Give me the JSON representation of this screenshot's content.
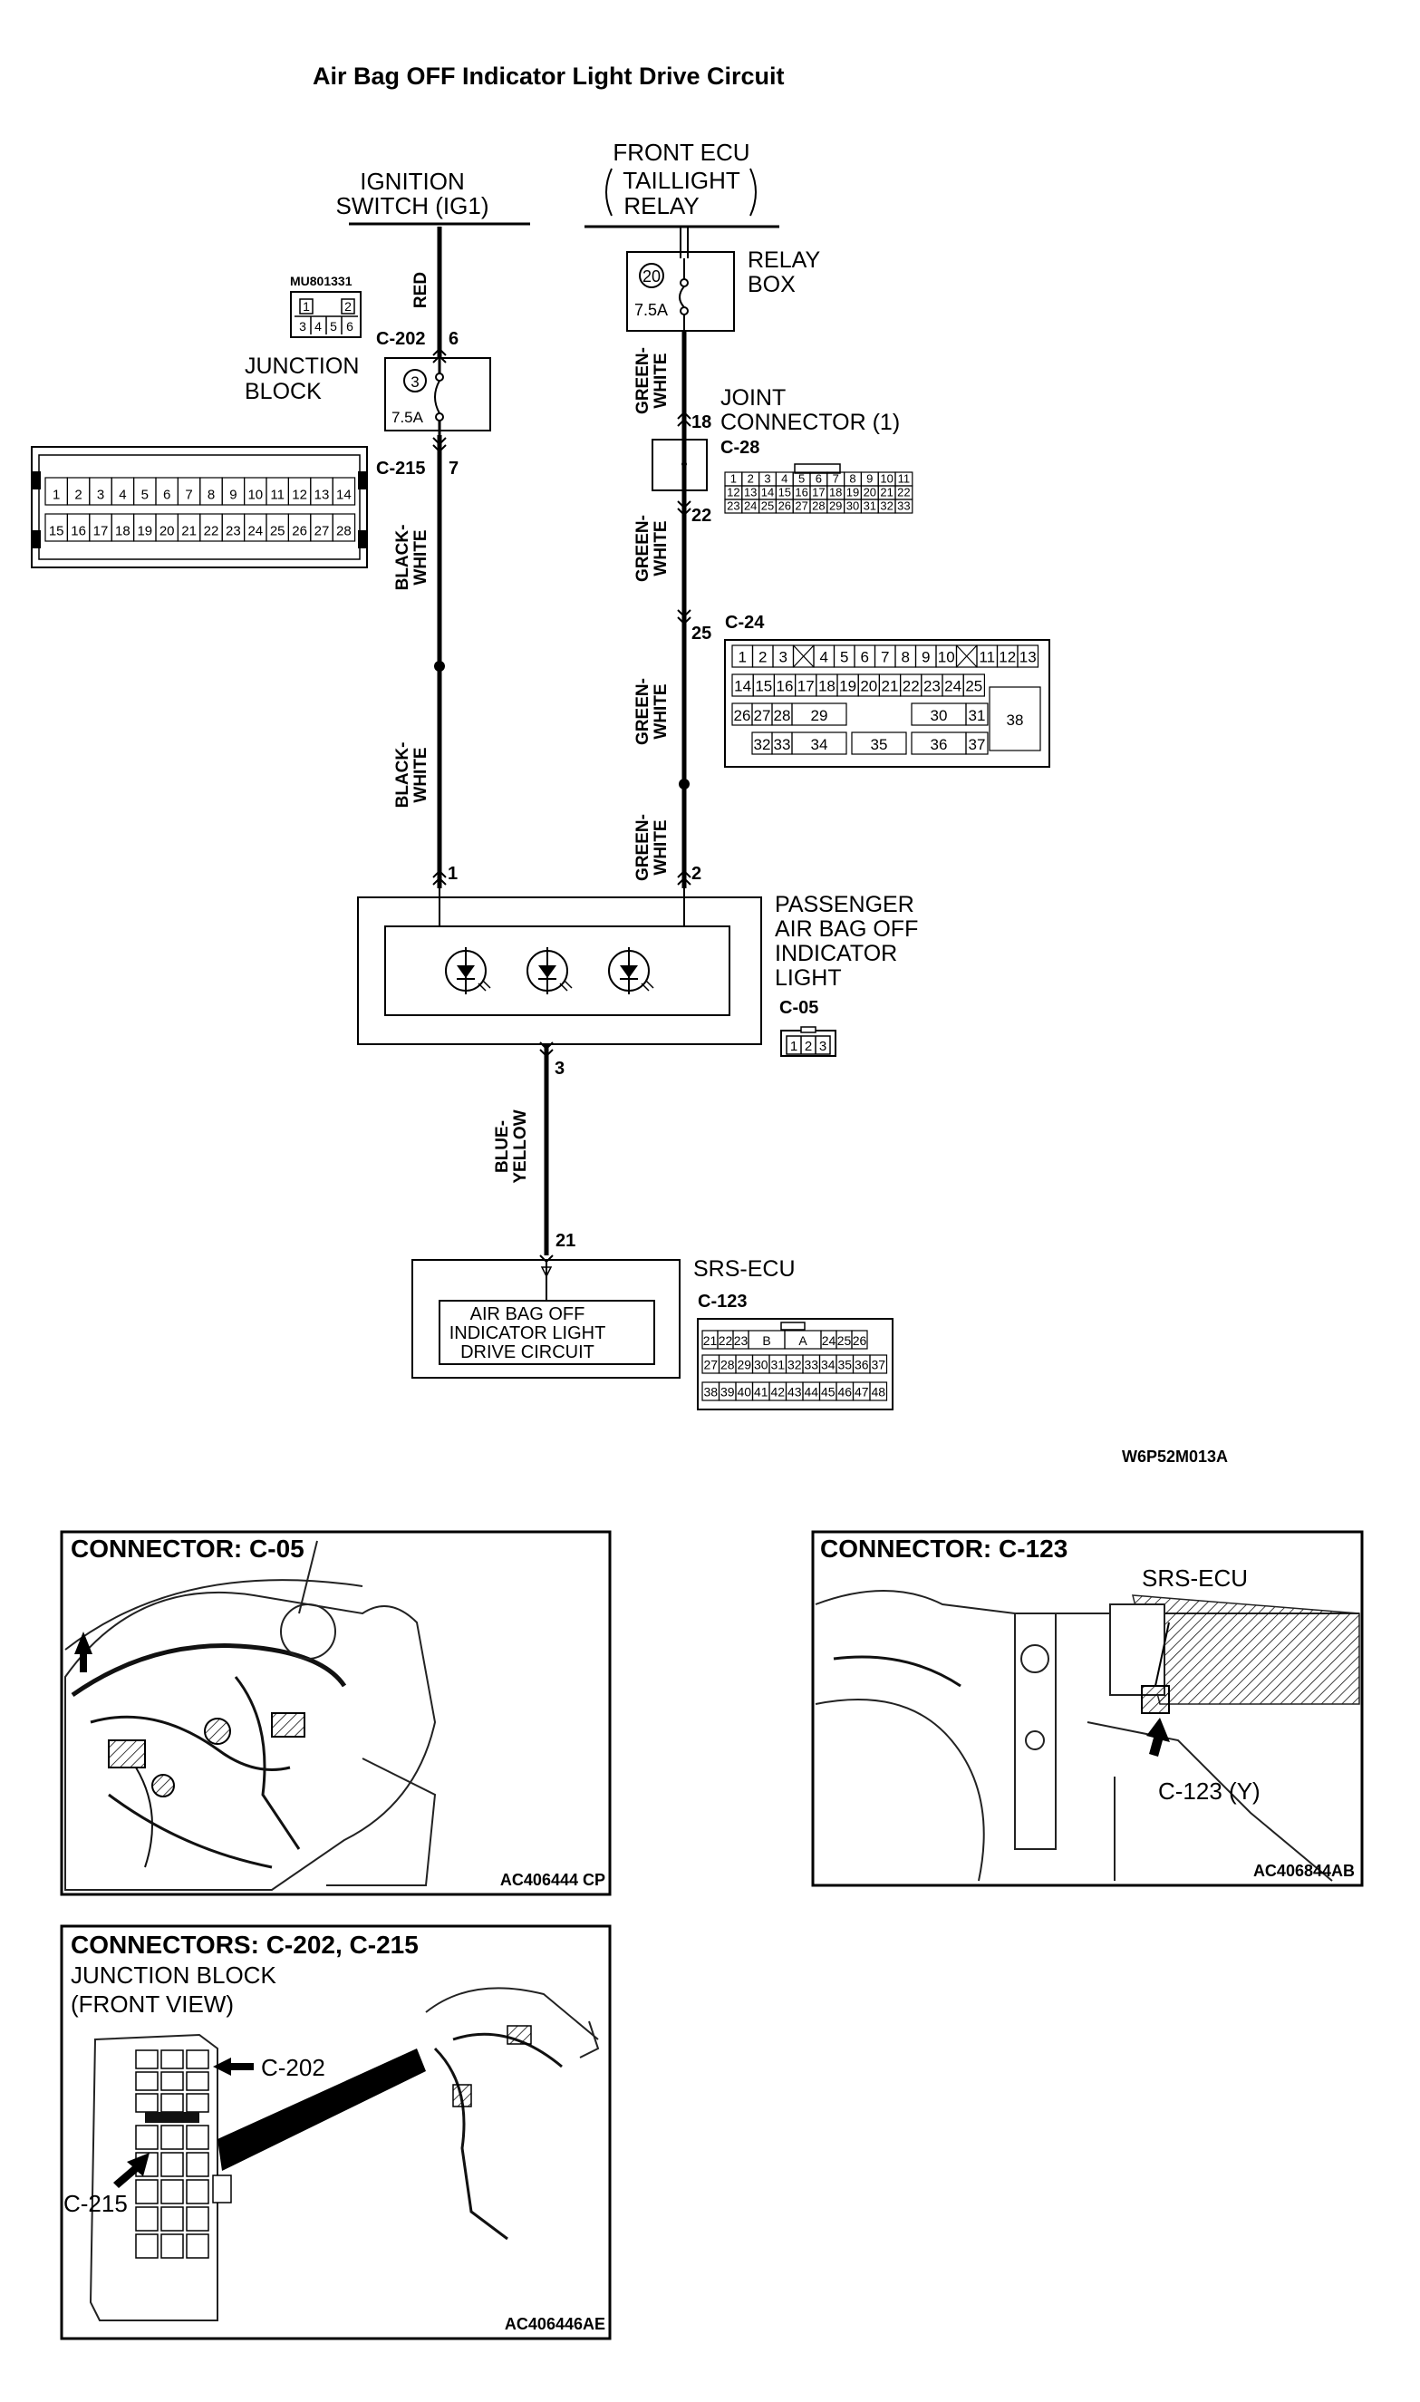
{
  "title": "Air Bag OFF Indicator Light Drive Circuit",
  "figure_code": "W6P52M013A",
  "sources": {
    "ignition": [
      "IGNITION",
      "SWITCH (IG1)"
    ],
    "front_ecu": [
      "FRONT ECU",
      "TAILLIGHT",
      "RELAY"
    ]
  },
  "relay_box": {
    "label": [
      "RELAY",
      "BOX"
    ],
    "fuse_no": "20",
    "fuse_rating": "7.5A"
  },
  "junction_block": {
    "label": [
      "JUNCTION",
      "BLOCK"
    ],
    "fuse_no": "3",
    "fuse_rating": "7.5A",
    "part_no": "MU801331",
    "c202_pins": [
      "1",
      "2",
      "3",
      "4",
      "5",
      "6"
    ]
  },
  "joint_connector": {
    "label": [
      "JOINT",
      "CONNECTOR (1)"
    ],
    "id": "C-28"
  },
  "connectors": {
    "c202": {
      "id": "C-202",
      "pin": "6"
    },
    "c215": {
      "id": "C-215",
      "pin": "7"
    },
    "c28_in": "18",
    "c28_out": "22",
    "c24": {
      "id": "C-24",
      "pin": "25"
    },
    "c05": {
      "id": "C-05",
      "pin1": "1",
      "pin2": "2",
      "pin3": "3"
    },
    "c123": {
      "id": "C-123",
      "pin": "21"
    }
  },
  "wires": {
    "red": [
      "RED"
    ],
    "black_white": [
      "BLACK-",
      "WHITE"
    ],
    "green_white": [
      "GREEN-",
      "WHITE"
    ],
    "blue_yellow": [
      "BLUE-",
      "YELLOW"
    ]
  },
  "passenger_light": {
    "label": [
      "PASSENGER",
      "AIR BAG OFF",
      "INDICATOR",
      "LIGHT"
    ]
  },
  "srs_ecu": {
    "label": "SRS-ECU",
    "circuit": [
      "AIR BAG OFF",
      "INDICATOR LIGHT",
      "DRIVE CIRCUIT"
    ]
  },
  "pinouts": {
    "c215_row1": [
      "1",
      "2",
      "3",
      "4",
      "5",
      "6",
      "7",
      "8",
      "9",
      "10",
      "11",
      "12",
      "13",
      "14"
    ],
    "c215_row2": [
      "15",
      "16",
      "17",
      "18",
      "19",
      "20",
      "21",
      "22",
      "23",
      "24",
      "25",
      "26",
      "27",
      "28"
    ],
    "c28_row1": [
      "1",
      "2",
      "3",
      "4",
      "5",
      "6",
      "7",
      "8",
      "9",
      "10",
      "11"
    ],
    "c28_row2": [
      "12",
      "13",
      "14",
      "15",
      "16",
      "17",
      "18",
      "19",
      "20",
      "21",
      "22"
    ],
    "c28_row3": [
      "23",
      "24",
      "25",
      "26",
      "27",
      "28",
      "29",
      "30",
      "31",
      "32",
      "33"
    ],
    "c24_row1": [
      "1",
      "2",
      "3",
      "",
      "4",
      "5",
      "6",
      "7",
      "8",
      "9",
      "10",
      "",
      "11",
      "12",
      "13"
    ],
    "c24_row2": [
      "14",
      "15",
      "16",
      "17",
      "18",
      "19",
      "20",
      "21",
      "22",
      "23",
      "24",
      "25"
    ],
    "c24_row3": [
      "26",
      "27",
      "28",
      "29",
      "30",
      "31",
      "38"
    ],
    "c24_row4": [
      "32",
      "33",
      "34",
      "35",
      "36",
      "37"
    ],
    "c05_pins": [
      "1",
      "2",
      "3"
    ],
    "c123_row1": [
      "21",
      "22",
      "23",
      "B",
      "A",
      "24",
      "25",
      "26"
    ],
    "c123_row2": [
      "27",
      "28",
      "29",
      "30",
      "31",
      "32",
      "33",
      "34",
      "35",
      "36",
      "37"
    ],
    "c123_row3": [
      "38",
      "39",
      "40",
      "41",
      "42",
      "43",
      "44",
      "45",
      "46",
      "47",
      "48"
    ]
  },
  "panels": {
    "p1": {
      "title": "CONNECTOR: C-05",
      "code": "AC406444 CP"
    },
    "p2": {
      "title": "CONNECTOR: C-123",
      "label_ecu": "SRS-ECU",
      "label_conn": "C-123 (Y)",
      "code": "AC406844AB"
    },
    "p3": {
      "title": "CONNECTORS: C-202, C-215",
      "sub1": "JUNCTION BLOCK",
      "sub2": "(FRONT VIEW)",
      "label_c202": "C-202",
      "label_c215": "C-215",
      "code": "AC406446AE"
    }
  }
}
